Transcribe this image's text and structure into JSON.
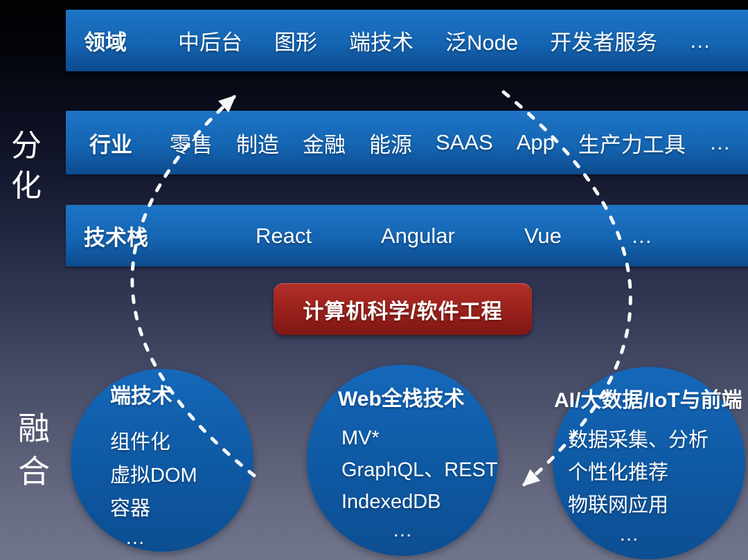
{
  "side_labels": {
    "top": "分化",
    "bottom": "融合"
  },
  "bars": [
    {
      "label": "领域",
      "items": [
        "中后台",
        "图形",
        "端技术",
        "泛Node",
        "开发者服务"
      ],
      "more": "…"
    },
    {
      "label": "行业",
      "items": [
        "零售",
        "制造",
        "金融",
        "能源",
        "SAAS",
        "App",
        "生产力工具"
      ],
      "more": "…"
    },
    {
      "label": "技术栈",
      "items": [
        "React",
        "Angular",
        "Vue"
      ],
      "more": "…"
    }
  ],
  "core_box": {
    "label": "计算机科学/软件工程"
  },
  "circles": [
    {
      "title": "端技术",
      "items": [
        "组件化",
        "虚拟DOM",
        "容器"
      ],
      "more": "…"
    },
    {
      "title": "Web全栈技术",
      "items": [
        "MV*",
        "GraphQL、REST",
        "IndexedDB"
      ],
      "more": "…"
    },
    {
      "title": "AI/大数据/IoT与前端",
      "items": [
        "数据采集、分析",
        "个性化推荐",
        "物联网应用"
      ],
      "more": "…"
    }
  ],
  "colors": {
    "bar_blue_top": "#1e74c6",
    "bar_blue_bottom": "#0d4a8e",
    "circle_blue_top": "#1568ba",
    "circle_blue_bottom": "#0c4e92",
    "core_red_top": "#b23029",
    "core_red_bottom": "#7e1713",
    "arrow": "#ffffff"
  }
}
